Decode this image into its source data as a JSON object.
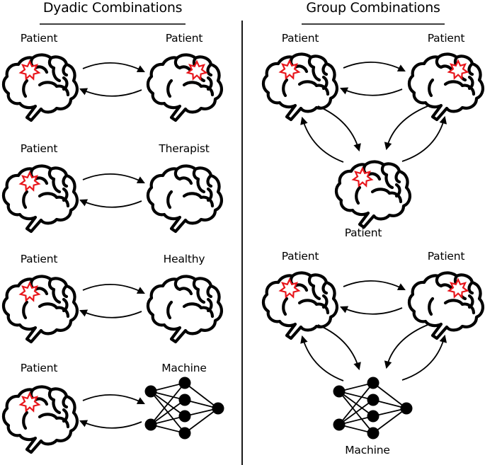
{
  "colors": {
    "stroke": "#000000",
    "lesion": "#e8151b",
    "background": "#ffffff"
  },
  "dyadic": {
    "title": "Dyadic Combinations",
    "rows": [
      {
        "left": {
          "label": "Patient",
          "type": "brain",
          "lesion": true
        },
        "right": {
          "label": "Patient",
          "type": "brain",
          "lesion": true
        }
      },
      {
        "left": {
          "label": "Patient",
          "type": "brain",
          "lesion": true
        },
        "right": {
          "label": "Therapist",
          "type": "brain",
          "lesion": false
        }
      },
      {
        "left": {
          "label": "Patient",
          "type": "brain",
          "lesion": true
        },
        "right": {
          "label": "Healthy",
          "type": "brain",
          "lesion": false
        }
      },
      {
        "left": {
          "label": "Patient",
          "type": "brain",
          "lesion": true
        },
        "right": {
          "label": "Machine",
          "type": "neural-network",
          "lesion": false
        }
      }
    ]
  },
  "group": {
    "title": "Group Combinations",
    "triads": [
      {
        "top_left": {
          "label": "Patient",
          "type": "brain",
          "lesion": true
        },
        "top_right": {
          "label": "Patient",
          "type": "brain",
          "lesion": true
        },
        "bottom": {
          "label": "Patient",
          "type": "brain",
          "lesion": true
        }
      },
      {
        "top_left": {
          "label": "Patient",
          "type": "brain",
          "lesion": true
        },
        "top_right": {
          "label": "Patient",
          "type": "brain",
          "lesion": true
        },
        "bottom": {
          "label": "Machine",
          "type": "neural-network",
          "lesion": false
        }
      }
    ]
  }
}
